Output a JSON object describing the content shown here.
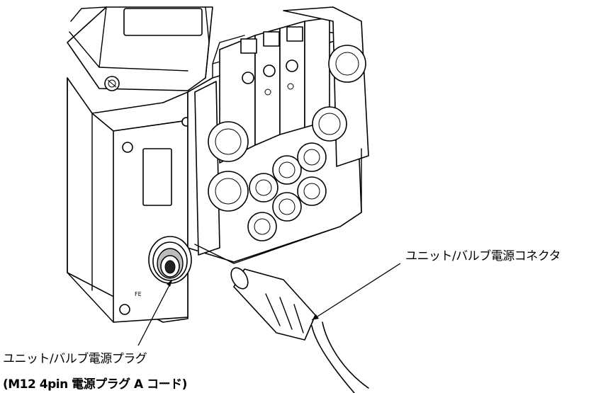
{
  "labels": {
    "socket_connector": "ユニット/バルブ電源コネクタ",
    "plug": "ユニット/バルブ電源プラグ",
    "plug_spec": "(M12 4pin 電源プラグ A コード)"
  }
}
